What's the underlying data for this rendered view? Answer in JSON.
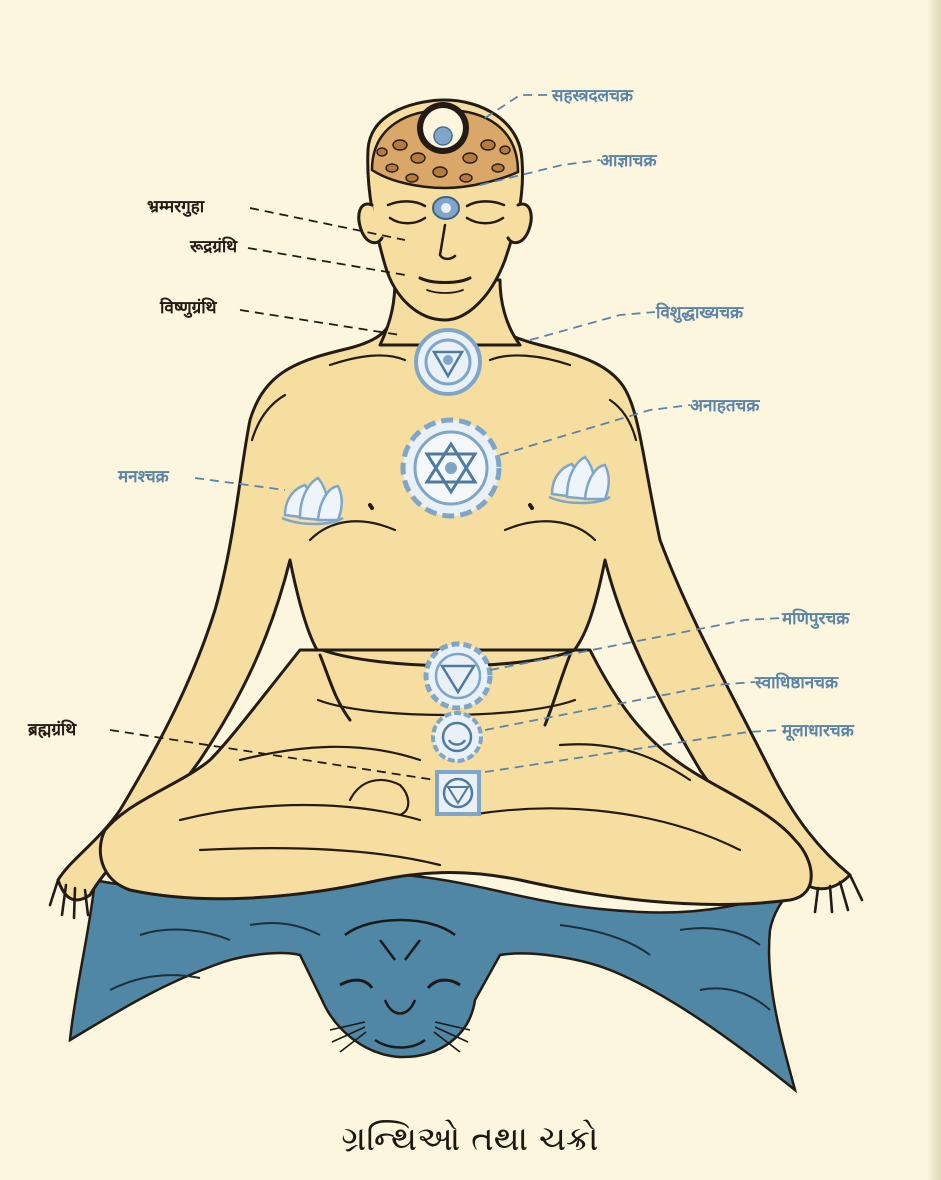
{
  "caption": "ગ્રન્થિઓ તથા ચક્રો",
  "labels": {
    "sahasrara": "सहस्त्रदलचक्र",
    "ajna": "आज्ञाचक्र",
    "bhramaragupha": "भ्रम्मरगुहा",
    "rudragranthi": "रूद्रग्रंथि",
    "vishnugranthi": "विष्णुग्रंथि",
    "vishuddha": "विशुद्धाख्यचक्र",
    "anahata": "अनाहतचक्र",
    "manas": "मनश्चक्र",
    "manipura": "मणिपुरचक्र",
    "svadhishthana": "स्वाधिष्ठानचक्र",
    "muladhara": "मूलाधारचक्र",
    "brahmagranthi": "ब्रह्मग्रंथि"
  },
  "colors": {
    "skin": "#f5dea0",
    "outline": "#241c14",
    "chakra": "#7fa6c9",
    "chakra_light": "#e9f1f7",
    "rug": "#4f87a5",
    "label_blue": "#5b84a8",
    "paper": "#fbf6dd"
  }
}
